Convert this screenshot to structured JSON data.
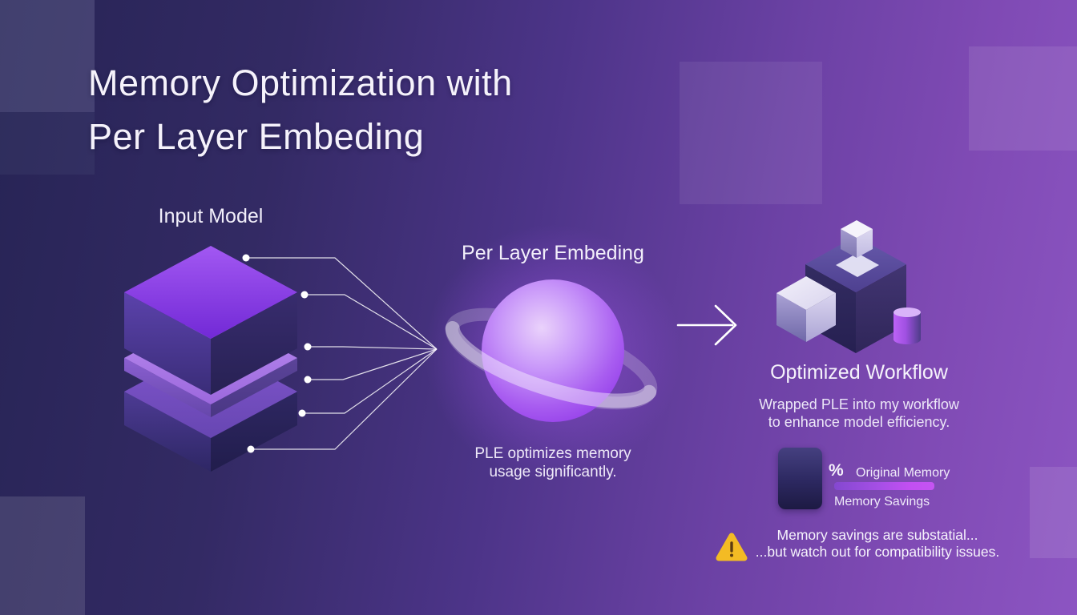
{
  "slide": {
    "title_line1": "Memory Optimization with",
    "title_line2": "Per Layer Embeding"
  },
  "input_model": {
    "label": "Input Model",
    "layer_connector_count": 6
  },
  "ple": {
    "heading": "Per Layer Embeding",
    "caption_line1": "PLE optimizes memory",
    "caption_line2": "usage significantly."
  },
  "workflow": {
    "heading": "Optimized Workflow",
    "desc_line1": "Wrapped PLE into my workflow",
    "desc_line2": "to enhance model efficiency."
  },
  "legend": {
    "percent_symbol": "%",
    "original_memory_label": "Original Memory",
    "memory_savings_label": "Memory Savings"
  },
  "warning": {
    "line1": "Memory savings are substatial...",
    "line2": "...but watch out for compatibility issues."
  },
  "icons": {
    "warning_icon": "warning-triangle",
    "arrow_icon": "right-arrow"
  },
  "colors": {
    "background_dark": "#272455",
    "background_purple": "#8c55c2",
    "sphere_purple": "#a855f7",
    "warning_yellow": "#f3bb24",
    "bar_gradient_start": "#8448d0",
    "bar_gradient_end": "#c554f2",
    "text_white": "#f5f2fb"
  }
}
